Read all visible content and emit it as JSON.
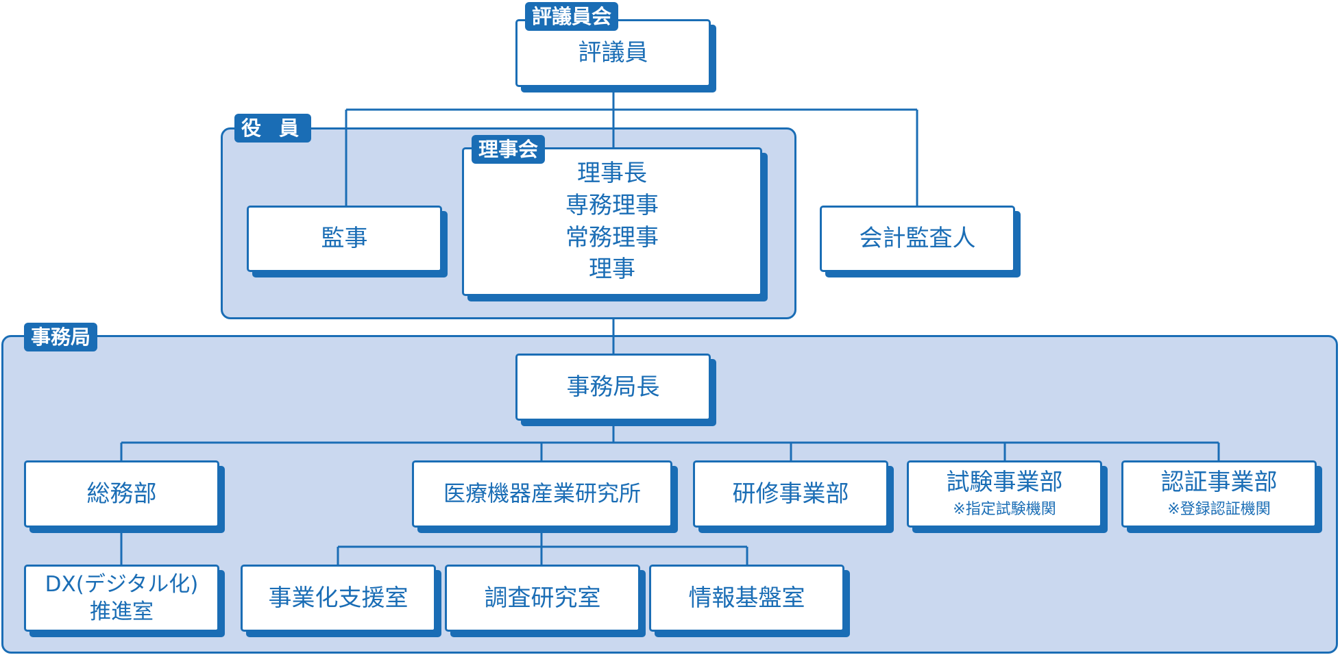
{
  "council": {
    "label": "評議員会",
    "member": "評議員"
  },
  "officers": {
    "label": "役 員",
    "board": {
      "label": "理事会",
      "lines": [
        "理事長",
        "専務理事",
        "常務理事",
        "理事"
      ]
    },
    "auditor": "監事"
  },
  "accountant": "会計監査人",
  "secretariat": {
    "label": "事務局",
    "head": "事務局長",
    "departments": {
      "general": "総務部",
      "institute": "医療機器産業研究所",
      "training": "研修事業部",
      "testing": {
        "name": "試験事業部",
        "note": "※指定試験機関"
      },
      "certification": {
        "name": "認証事業部",
        "note": "※登録認証機関"
      }
    },
    "offices": {
      "dx": [
        "DX(デジタル化)",
        "推進室"
      ],
      "biz": "事業化支援室",
      "research": "調査研究室",
      "infra": "情報基盤室"
    }
  },
  "colors": {
    "primary": "#1a6db5",
    "group_fill": "#cad8ef",
    "box_fill": "#ffffff"
  }
}
